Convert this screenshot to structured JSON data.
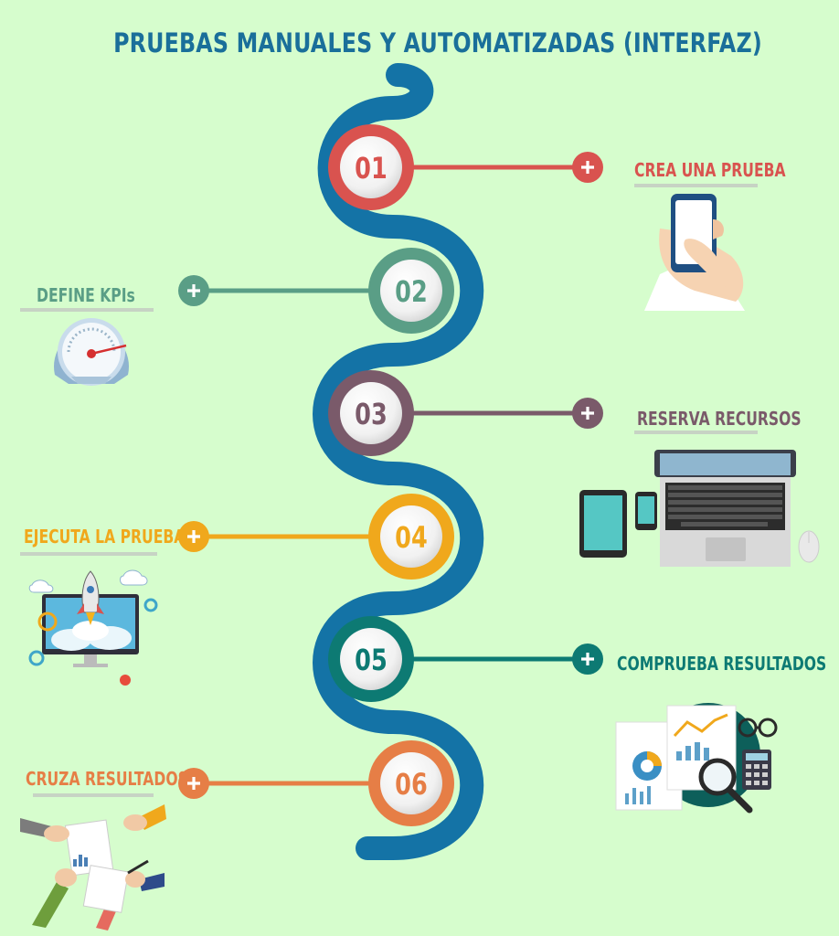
{
  "title": "PRUEBAS MANUALES Y AUTOMATIZADAS (INTERFAZ)",
  "colors": {
    "background": "#d6fdcd",
    "path": "#1473a6",
    "step1": "#d9534f",
    "step2": "#5a9e86",
    "step3": "#7a5a6a",
    "step4": "#f0a81c",
    "step5": "#0d7a73",
    "step6": "#e67e46"
  },
  "steps": [
    {
      "number": "01",
      "label": "CREA UNA PRUEBA",
      "icon": "hand-smartphone-icon"
    },
    {
      "number": "02",
      "label": "DEFINE KPIs",
      "icon": "speedometer-gauge-icon"
    },
    {
      "number": "03",
      "label": "RESERVA RECURSOS",
      "icon": "devices-laptop-tablet-phone-icon"
    },
    {
      "number": "04",
      "label": "EJECUTA LA PRUEBA",
      "icon": "rocket-monitor-launch-icon"
    },
    {
      "number": "05",
      "label": "COMPRUEBA RESULTADOS",
      "icon": "reports-magnifier-icon"
    },
    {
      "number": "06",
      "label": "CRUZA RESULTADOS",
      "icon": "hands-exchanging-documents-icon"
    }
  ]
}
